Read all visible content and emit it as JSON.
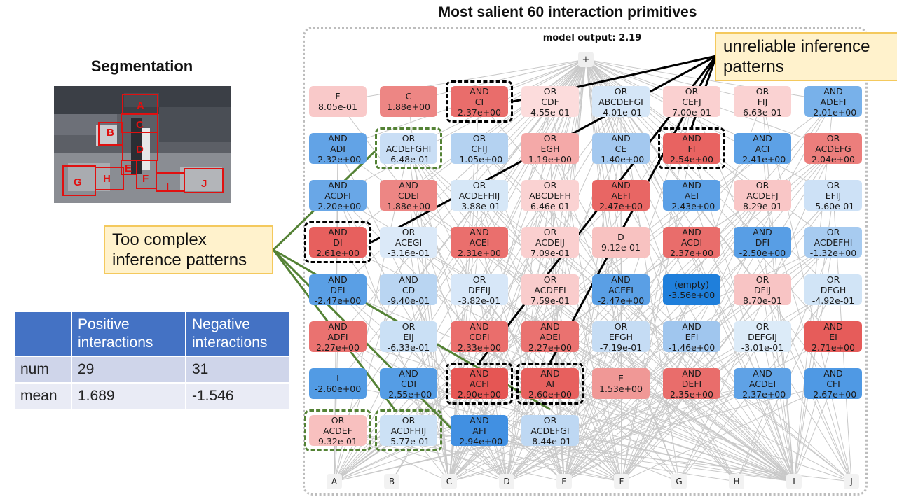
{
  "main_title": "Most salient 60 interaction primitives",
  "segmentation": {
    "title": "Segmentation",
    "labels": [
      "A",
      "B",
      "C",
      "D",
      "E",
      "F",
      "G",
      "H",
      "I",
      "J"
    ]
  },
  "graph": {
    "model_output_label": "model output: 2.19",
    "root_symbol": "+",
    "leaves": [
      "A",
      "B",
      "C",
      "D",
      "E",
      "F",
      "G",
      "H",
      "I",
      "J"
    ],
    "rows": [
      [
        {
          "op": "",
          "set": "F",
          "value": "8.05e-01",
          "color": "#f9c9c9"
        },
        {
          "op": "",
          "set": "C",
          "value": "1.88e+00",
          "color": "#ed8684"
        },
        {
          "op": "AND",
          "set": "CI",
          "value": "2.37e+00",
          "color": "#e96d6b"
        },
        {
          "op": "OR",
          "set": "CDF",
          "value": "4.55e-01",
          "color": "#fcdcdc"
        },
        {
          "op": "OR",
          "set": "ABCDEFGI",
          "value": "-4.01e-01",
          "color": "#d5e6f7"
        },
        {
          "op": "OR",
          "set": "CEFJ",
          "value": "7.00e-01",
          "color": "#fad0d0"
        },
        {
          "op": "OR",
          "set": "FIJ",
          "value": "6.63e-01",
          "color": "#fad2d2"
        },
        {
          "op": "AND",
          "set": "ADEFI",
          "value": "-2.01e+00",
          "color": "#78b1ea"
        }
      ],
      [
        {
          "op": "AND",
          "set": "ADI",
          "value": "-2.32e+00",
          "color": "#62a3e6"
        },
        {
          "op": "OR",
          "set": "ACDEFGHI",
          "value": "-6.48e-01",
          "color": "#c9def5"
        },
        {
          "op": "OR",
          "set": "CFIJ",
          "value": "-1.05e+00",
          "color": "#b4d2f1"
        },
        {
          "op": "OR",
          "set": "EGH",
          "value": "1.19e+00",
          "color": "#f4a9a8"
        },
        {
          "op": "AND",
          "set": "CE",
          "value": "-1.40e+00",
          "color": "#a3c8ef"
        },
        {
          "op": "AND",
          "set": "FI",
          "value": "2.54e+00",
          "color": "#e86361"
        },
        {
          "op": "AND",
          "set": "ACI",
          "value": "-2.41e+00",
          "color": "#5da1e6"
        },
        {
          "op": "OR",
          "set": "ACDEFG",
          "value": "2.04e+00",
          "color": "#ec7e7c"
        }
      ],
      [
        {
          "op": "AND",
          "set": "ACDFI",
          "value": "-2.20e+00",
          "color": "#69a7e7"
        },
        {
          "op": "AND",
          "set": "CDEI",
          "value": "1.88e+00",
          "color": "#ed8684"
        },
        {
          "op": "OR",
          "set": "ACDEFHIJ",
          "value": "-3.88e-01",
          "color": "#d6e7f7"
        },
        {
          "op": "OR",
          "set": "ABCDEFH",
          "value": "6.46e-01",
          "color": "#fad2d2"
        },
        {
          "op": "AND",
          "set": "AEFI",
          "value": "2.47e+00",
          "color": "#e86664"
        },
        {
          "op": "AND",
          "set": "AEI",
          "value": "-2.43e+00",
          "color": "#5ca0e6"
        },
        {
          "op": "OR",
          "set": "ACDEFJ",
          "value": "8.29e-01",
          "color": "#f9c6c6"
        },
        {
          "op": "OR",
          "set": "EFIJ",
          "value": "-5.60e-01",
          "color": "#cde1f6"
        }
      ],
      [
        {
          "op": "AND",
          "set": "DI",
          "value": "2.61e+00",
          "color": "#e7605e"
        },
        {
          "op": "OR",
          "set": "ACEGI",
          "value": "-3.16e-01",
          "color": "#dbe9f8"
        },
        {
          "op": "AND",
          "set": "ACEI",
          "value": "2.31e+00",
          "color": "#ea6f6d"
        },
        {
          "op": "OR",
          "set": "ACDEIJ",
          "value": "7.09e-01",
          "color": "#facfcf"
        },
        {
          "op": "",
          "set": "D",
          "value": "9.12e-01",
          "color": "#f8c2c1"
        },
        {
          "op": "AND",
          "set": "ACDI",
          "value": "2.37e+00",
          "color": "#e96d6b"
        },
        {
          "op": "AND",
          "set": "DFI",
          "value": "-2.50e+00",
          "color": "#589ee5"
        },
        {
          "op": "OR",
          "set": "ACDEFHI",
          "value": "-1.32e+00",
          "color": "#a7cbf0"
        }
      ],
      [
        {
          "op": "AND",
          "set": "DEI",
          "value": "-2.47e+00",
          "color": "#5a9fe5"
        },
        {
          "op": "AND",
          "set": "CD",
          "value": "-9.40e-01",
          "color": "#b9d5f2"
        },
        {
          "op": "OR",
          "set": "DEFIJ",
          "value": "-3.82e-01",
          "color": "#d7e7f8"
        },
        {
          "op": "OR",
          "set": "ACDEFI",
          "value": "7.59e-01",
          "color": "#f9cccc"
        },
        {
          "op": "AND",
          "set": "ACEFI",
          "value": "-2.47e+00",
          "color": "#5a9fe5"
        },
        {
          "op": "",
          "set": "(empty)",
          "value": "-3.56e+00",
          "color": "#1f7fdb"
        },
        {
          "op": "OR",
          "set": "DFIJ",
          "value": "8.70e-01",
          "color": "#f8c4c4"
        },
        {
          "op": "OR",
          "set": "DEGH",
          "value": "-4.92e-01",
          "color": "#d1e4f6"
        }
      ],
      [
        {
          "op": "AND",
          "set": "ADFI",
          "value": "2.27e+00",
          "color": "#ea7270"
        },
        {
          "op": "OR",
          "set": "EIJ",
          "value": "-6.33e-01",
          "color": "#cae0f5"
        },
        {
          "op": "AND",
          "set": "CDFI",
          "value": "2.33e+00",
          "color": "#ea6e6c"
        },
        {
          "op": "AND",
          "set": "ADEI",
          "value": "2.27e+00",
          "color": "#ea7270"
        },
        {
          "op": "OR",
          "set": "EFGH",
          "value": "-7.19e-01",
          "color": "#c5dcf4"
        },
        {
          "op": "AND",
          "set": "EFI",
          "value": "-1.46e+00",
          "color": "#a0c6ee"
        },
        {
          "op": "OR",
          "set": "DEFGIJ",
          "value": "-3.01e-01",
          "color": "#dcebf8"
        },
        {
          "op": "AND",
          "set": "EI",
          "value": "2.71e+00",
          "color": "#e65c5a"
        }
      ],
      [
        {
          "op": "",
          "set": "I",
          "value": "-2.60e+00",
          "color": "#529be4"
        },
        {
          "op": "AND",
          "set": "CDI",
          "value": "-2.55e+00",
          "color": "#559de5"
        },
        {
          "op": "AND",
          "set": "ACFI",
          "value": "2.90e+00",
          "color": "#e55654"
        },
        {
          "op": "AND",
          "set": "AI",
          "value": "2.60e+00",
          "color": "#e7605e"
        },
        {
          "op": "",
          "set": "E",
          "value": "1.53e+00",
          "color": "#f09896"
        },
        {
          "op": "AND",
          "set": "DEFI",
          "value": "2.35e+00",
          "color": "#e96d6b"
        },
        {
          "op": "AND",
          "set": "ACDEI",
          "value": "-2.37e+00",
          "color": "#5fa2e6"
        },
        {
          "op": "AND",
          "set": "CFI",
          "value": "-2.67e+00",
          "color": "#4f99e4"
        }
      ],
      [
        {
          "op": "OR",
          "set": "ACDEF",
          "value": "9.32e-01",
          "color": "#f8c0bf"
        },
        {
          "op": "OR",
          "set": "ACDFHIJ",
          "value": "-5.77e-01",
          "color": "#cce1f5"
        },
        {
          "op": "AND",
          "set": "AFI",
          "value": "-2.94e+00",
          "color": "#4190e2"
        },
        {
          "op": "OR",
          "set": "ACDEFGI",
          "value": "-8.44e-01",
          "color": "#bed8f3"
        }
      ]
    ]
  },
  "callouts": {
    "unreliable": "unreliable inference patterns",
    "complex": "Too complex inference patterns"
  },
  "table": {
    "headers": [
      "",
      "Positive interactions",
      "Negative interactions"
    ],
    "rows": [
      [
        "num",
        "29",
        "31"
      ],
      [
        "mean",
        "1.689",
        "-1.546"
      ]
    ]
  }
}
